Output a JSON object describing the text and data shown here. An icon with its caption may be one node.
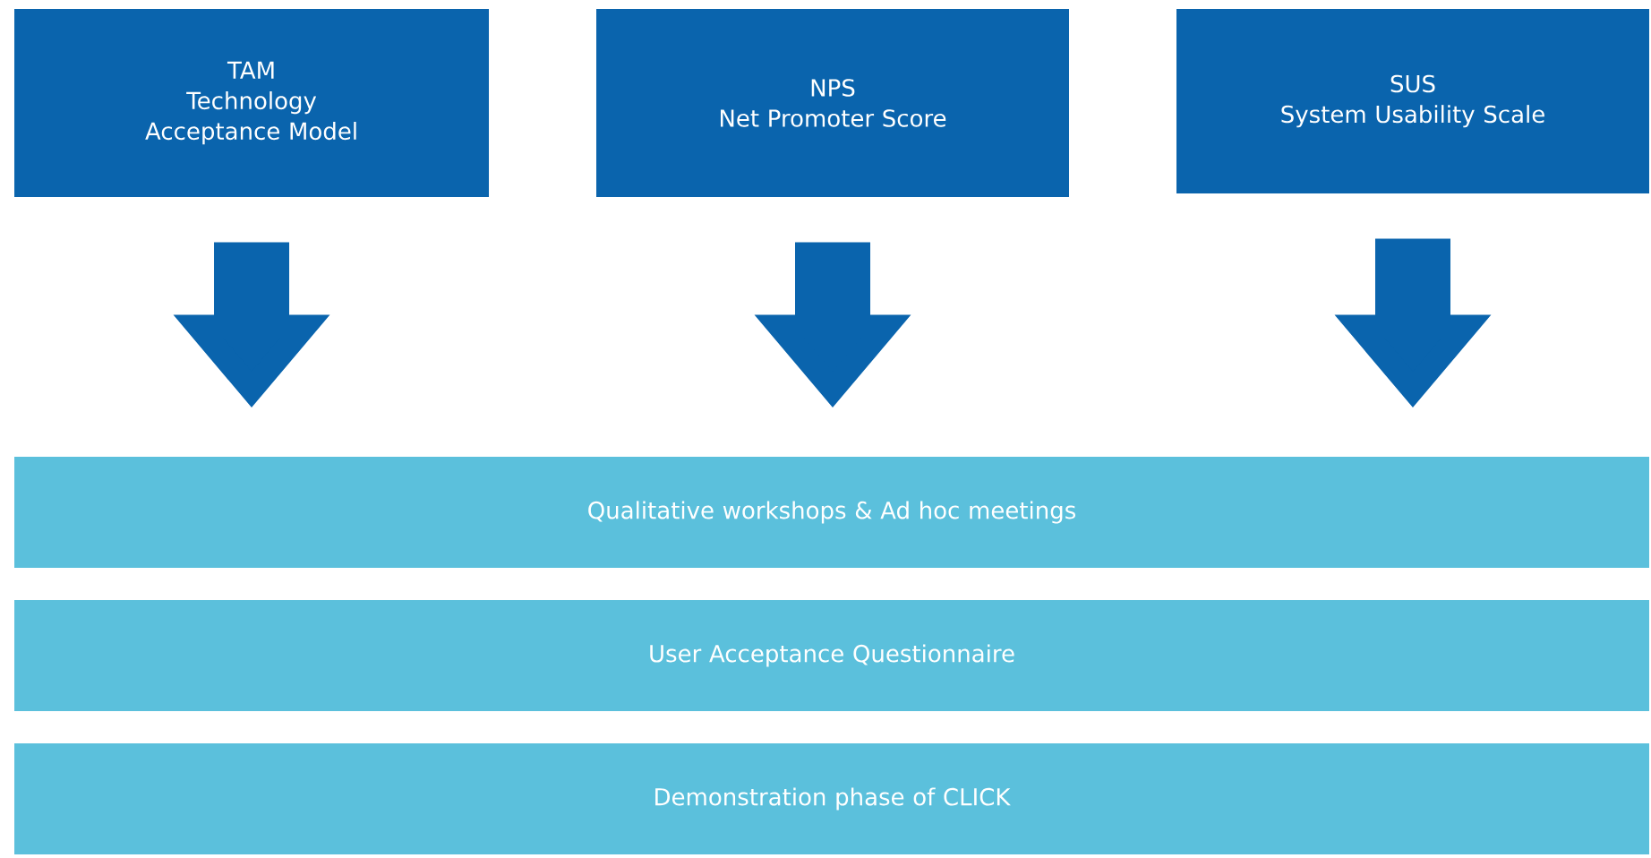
{
  "diagram": {
    "nodes": [
      {
        "text": [
          "TAM",
          "Technology Acceptance Model"
        ]
      },
      {
        "text": [
          "NPS",
          "Net Promoter Score"
        ]
      },
      {
        "text": [
          "SUS",
          "System Usability Scale"
        ]
      },
      {
        "text": [
          "Qualitative workshops & Ad hoc meetings"
        ]
      },
      {
        "text": [
          "User Acceptance Questionnaire"
        ]
      },
      {
        "text": [
          "Demonstration phase of CLICK"
        ]
      }
    ],
    "edges": [
      {
        "from": 0,
        "to": 3,
        "arrow": "to"
      },
      {
        "from": 1,
        "to": 3,
        "arrow": "to"
      },
      {
        "from": 2,
        "to": 3,
        "arrow": "to"
      }
    ]
  }
}
